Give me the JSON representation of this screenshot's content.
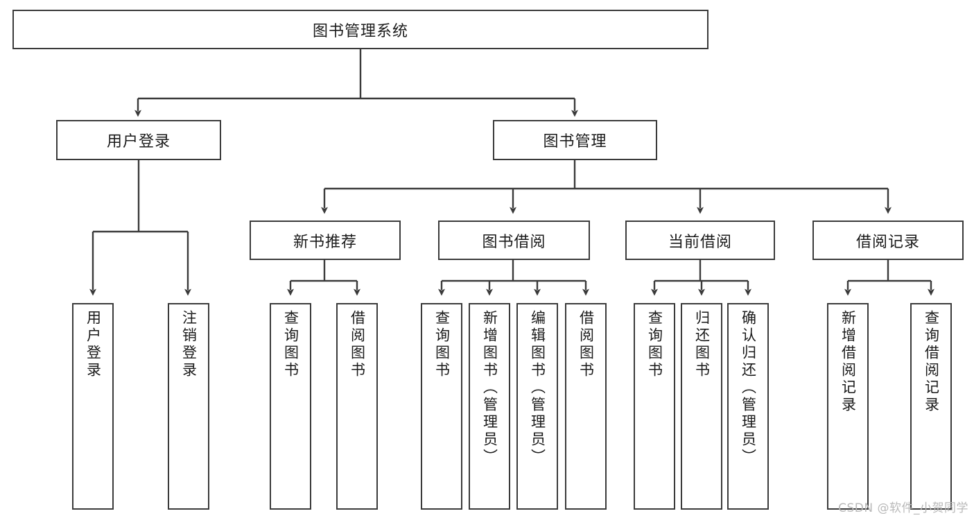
{
  "diagram": {
    "type": "tree",
    "title": "图书管理系统",
    "orientation": "top-down",
    "colors": {
      "box_border": "#3a3a3a",
      "box_fill": "#ffffff",
      "edge": "#3a3a3a",
      "text": "#1a1a1a",
      "watermark": "#b9b9b9",
      "background": "#ffffff"
    },
    "nodes": {
      "root": {
        "label": "图书管理系统",
        "level": 1,
        "orientation": "horizontal"
      },
      "l2": [
        {
          "id": "user-login",
          "label": "用户登录",
          "level": 2,
          "orientation": "horizontal"
        },
        {
          "id": "book-manage",
          "label": "图书管理",
          "level": 2,
          "orientation": "horizontal"
        }
      ],
      "l3": [
        {
          "id": "new-book-rec",
          "label": "新书推荐",
          "level": 3,
          "orientation": "horizontal"
        },
        {
          "id": "book-borrow",
          "label": "图书借阅",
          "level": 3,
          "orientation": "horizontal"
        },
        {
          "id": "current-borrow",
          "label": "当前借阅",
          "level": 3,
          "orientation": "horizontal"
        },
        {
          "id": "borrow-record",
          "label": "借阅记录",
          "level": 3,
          "orientation": "horizontal"
        }
      ],
      "leaves": [
        {
          "id": "leaf-user-login",
          "label": "用户登录",
          "parent": "user-login",
          "orientation": "vertical"
        },
        {
          "id": "leaf-user-logout",
          "label": "注销登录",
          "parent": "user-login",
          "orientation": "vertical"
        },
        {
          "id": "leaf-rec-query",
          "label": "查询图书",
          "parent": "new-book-rec",
          "orientation": "vertical"
        },
        {
          "id": "leaf-rec-borrow",
          "label": "借阅图书",
          "parent": "new-book-rec",
          "orientation": "vertical"
        },
        {
          "id": "leaf-borrow-query",
          "label": "查询图书",
          "parent": "book-borrow",
          "orientation": "vertical"
        },
        {
          "id": "leaf-borrow-add",
          "label": "新增图书（管理员）",
          "parent": "book-borrow",
          "orientation": "vertical"
        },
        {
          "id": "leaf-borrow-edit",
          "label": "编辑图书（管理员）",
          "parent": "book-borrow",
          "orientation": "vertical"
        },
        {
          "id": "leaf-borrow-lend",
          "label": "借阅图书",
          "parent": "book-borrow",
          "orientation": "vertical"
        },
        {
          "id": "leaf-cur-query",
          "label": "查询图书",
          "parent": "current-borrow",
          "orientation": "vertical"
        },
        {
          "id": "leaf-cur-return",
          "label": "归还图书",
          "parent": "current-borrow",
          "orientation": "vertical"
        },
        {
          "id": "leaf-cur-confirm",
          "label": "确认归还（管理员）",
          "parent": "current-borrow",
          "orientation": "vertical"
        },
        {
          "id": "leaf-rec-add",
          "label": "新增借阅记录",
          "parent": "borrow-record",
          "orientation": "vertical"
        },
        {
          "id": "leaf-rec-query2",
          "label": "查询借阅记录",
          "parent": "borrow-record",
          "orientation": "vertical"
        }
      ]
    },
    "edges": [
      {
        "from": "图书管理系统",
        "to": "用户登录"
      },
      {
        "from": "图书管理系统",
        "to": "图书管理"
      },
      {
        "from": "图书管理",
        "to": "新书推荐"
      },
      {
        "from": "图书管理",
        "to": "图书借阅"
      },
      {
        "from": "图书管理",
        "to": "当前借阅"
      },
      {
        "from": "图书管理",
        "to": "借阅记录"
      },
      {
        "from": "用户登录",
        "to": "用户登录"
      },
      {
        "from": "用户登录",
        "to": "注销登录"
      },
      {
        "from": "新书推荐",
        "to": "查询图书"
      },
      {
        "from": "新书推荐",
        "to": "借阅图书"
      },
      {
        "from": "图书借阅",
        "to": "查询图书"
      },
      {
        "from": "图书借阅",
        "to": "新增图书（管理员）"
      },
      {
        "from": "图书借阅",
        "to": "编辑图书（管理员）"
      },
      {
        "from": "图书借阅",
        "to": "借阅图书"
      },
      {
        "from": "当前借阅",
        "to": "查询图书"
      },
      {
        "from": "当前借阅",
        "to": "归还图书"
      },
      {
        "from": "当前借阅",
        "to": "确认归还（管理员）"
      },
      {
        "from": "借阅记录",
        "to": "新增借阅记录"
      },
      {
        "from": "借阅记录",
        "to": "查询借阅记录"
      }
    ]
  },
  "watermark": {
    "text": "CSDN @软件_小贺同学"
  }
}
